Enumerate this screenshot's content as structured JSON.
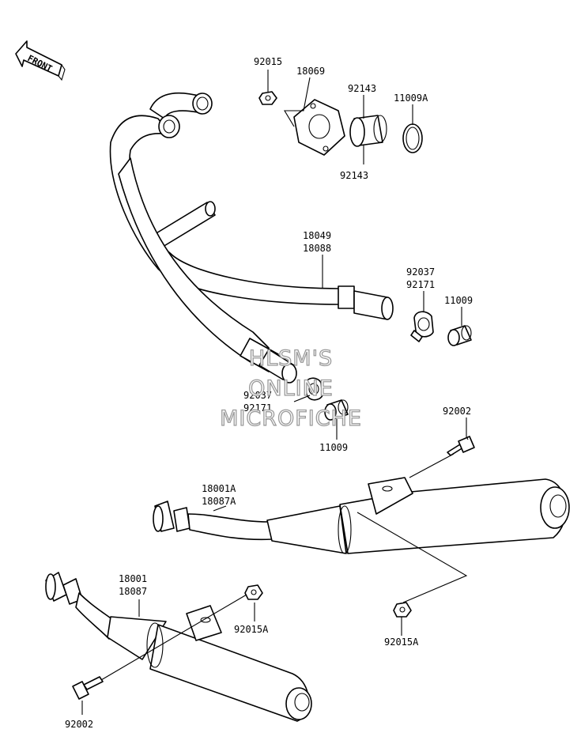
{
  "labels": {
    "l_92015": "92015",
    "l_18069": "18069",
    "l_92143_top": "92143",
    "l_11009A": "11009A",
    "l_92143_bot": "92143",
    "l_18049": "18049",
    "l_18088": "18088",
    "l_92037_r": "92037",
    "l_92171_r": "92171",
    "l_11009_r": "11009",
    "l_92037_c": "92037",
    "l_92171_c": "92171",
    "l_11009_c": "11009",
    "l_92002_r": "92002",
    "l_18001A": "18001A",
    "l_18087A": "18087A",
    "l_18001": "18001",
    "l_18087": "18087",
    "l_92015A_l": "92015A",
    "l_92015A_r": "92015A",
    "l_92002_l": "92002"
  },
  "front_arrow": {
    "text": "FRONT",
    "icon": "front-arrow-icon"
  },
  "watermark": {
    "line1": "HLSM'S",
    "line2": "ONLINE",
    "line3": "MICROFICHE"
  }
}
